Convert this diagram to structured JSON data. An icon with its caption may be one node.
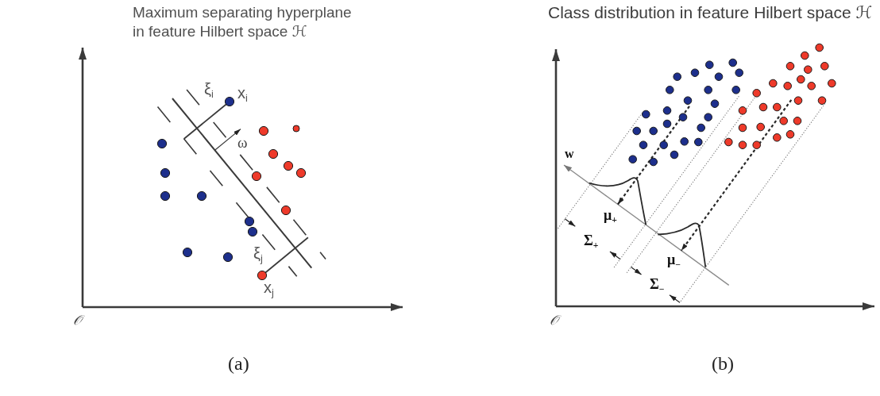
{
  "diagram": {
    "labels": [
      "Maximum separating hyperplane in feature Hilbert space ℋ",
      "ξ$_{i}$",
      "x$_{i}$",
      "ω",
      "ξ$_{j}$",
      "x$_{j}$",
      "𝒪",
      "(a)",
      "Class distribution in feature Hilbert space ℋ",
      "w",
      "μ$_{+}$",
      "Σ$_{+}$",
      "μ$_{−}$",
      "Σ$_{−}$",
      "𝒪",
      "(b)"
    ]
  }
}
